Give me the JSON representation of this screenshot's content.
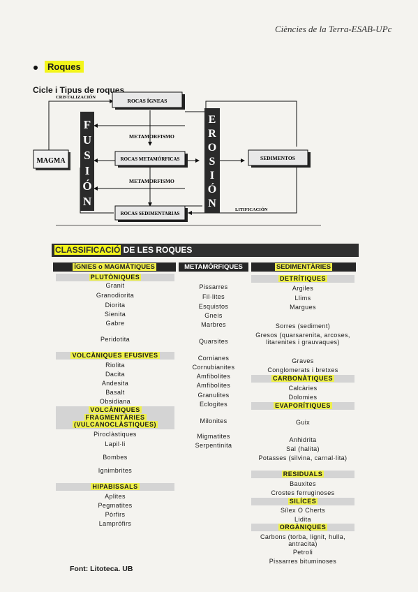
{
  "header": "Ciències de la Terra-ESAB-UPc",
  "bullet_text": "Roques",
  "cycle_title": "Cicle i Tipus de roques",
  "diagram": {
    "rocas_igneas": "ROCAS ÍGNEAS",
    "rocas_metamorficas": "ROCAS METAMÓRFICAS",
    "rocas_sedimentarias": "ROCAS SEDIMENTARIAS",
    "magma": "MAGMA",
    "fusion": [
      "F",
      "U",
      "S",
      "I",
      "Ó",
      "N"
    ],
    "erosion": [
      "E",
      "R",
      "O",
      "S",
      "I",
      "Ó",
      "N"
    ],
    "sedimentos": "SEDIMENTOS",
    "cristalizacion": "CRISTALIZACIÓN",
    "metamorfismo_1": "METAMORFISMO",
    "metamorfismo_2": "METAMORFISMO",
    "litificacion": "LITIFICACIÓN"
  },
  "classification": {
    "title_hl": "CLASSIFICACIÓ",
    "title_rest": " DE LES ROQUES",
    "col_igneous": "ÍGNIES o MAGMÀTIQUES",
    "col_meta": "METAMÒRFIQUES",
    "col_sed": "SEDIMENTÀRIES",
    "igneous": {
      "plutoniques": "PLUTÒNIQUES",
      "plutoniques_items": [
        "Granit",
        "Granodiorita",
        "Diorita",
        "Sienita",
        "Gabre",
        "Peridotita"
      ],
      "volcaniques": "VOLCÀNIQUES EFUSIVES",
      "volcaniques_items": [
        "Riolita",
        "Dacita",
        "Andesita",
        "Basalt",
        "Obsidiana"
      ],
      "fragmentaries": [
        "VOLCÀNIQUES",
        "FRAGMENTÀRIES",
        "(VULCANOCLÀSTIQUES)"
      ],
      "fragmentaries_items": [
        "Piroclàstiques",
        "Lapil·li",
        "Bombes",
        "Ignimbrites"
      ],
      "hipabissals": "HIPABISSALS",
      "hipabissals_items": [
        "Aplites",
        "Pegmatites",
        "Pòrfirs",
        "Lamprófirs"
      ]
    },
    "meta_items": [
      "Pissarres",
      "Fil·lites",
      "Esquistos",
      "Gneis",
      "Marbres",
      "Quarsites",
      "Cornianes",
      "Cornubianites",
      "Amfibolites",
      "Amfibolites",
      "Granulites",
      "Eclogites",
      "Milonites",
      "Migmatites",
      "Serpentinita"
    ],
    "sed": {
      "detritiques": "DETRÍTIQUES",
      "detritiques_items": [
        "Argiles",
        "Llims",
        "Margues",
        "Sorres (sediment)",
        "Gresos (quarsarenita, arcoses, litarenites i grauvaques)",
        "Graves",
        "Conglomerats i bretxes"
      ],
      "carbonatiques": "CARBONÀTIQUES",
      "carbonatiques_items": [
        "Calcàries",
        "Dolomies"
      ],
      "evaporitiques": "EVAPORÍTIQUES",
      "evaporitiques_items": [
        "Guix",
        "Anhidrita",
        "Sal (halita)",
        "Potasses (silvina, carnal·lita)"
      ],
      "residuals": "RESIDUALS",
      "residuals_items": [
        "Bauxites",
        "Crostes ferruginoses"
      ],
      "silices": "SILÍCES",
      "silices_items": [
        "Sílex O Cherts",
        "Lidita"
      ],
      "organiques": "ORGÀNIQUES",
      "organiques_items": [
        "Carbons (torba, lignit, hulla, antracita)",
        "Petroli",
        "Pissarres bituminoses"
      ]
    }
  },
  "footer": "Font: Litoteca. UB"
}
